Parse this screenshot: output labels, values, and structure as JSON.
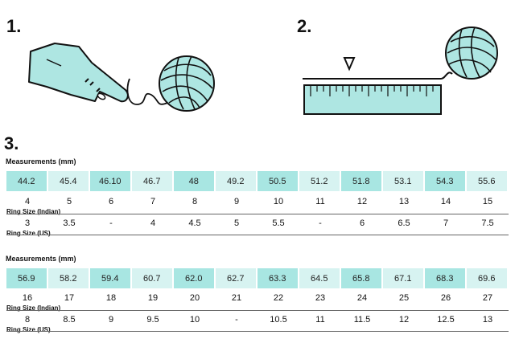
{
  "steps": {
    "one": "1.",
    "two": "2.",
    "three": "3."
  },
  "colors": {
    "accent_dark": "#a8e6e2",
    "accent_light": "#d7f3f1",
    "illustration_fill": "#aee6e2"
  },
  "icons": [
    "pointing-hand-icon",
    "yarn-ball-icon",
    "ruler-icon",
    "arrow-marker-icon"
  ],
  "tables": [
    {
      "title": "Measurements (mm)",
      "measurements": [
        "44.2",
        "45.4",
        "46.10",
        "46.7",
        "48",
        "49.2",
        "50.5",
        "51.2",
        "51.8",
        "53.1",
        "54.3",
        "55.6"
      ],
      "indian_label": "Ring Size (Indian)",
      "indian": [
        "4",
        "5",
        "6",
        "7",
        "8",
        "9",
        "10",
        "11",
        "12",
        "13",
        "14",
        "15"
      ],
      "us_label": "Ring Size (US)",
      "us": [
        "3",
        "3.5",
        "-",
        "4",
        "4.5",
        "5",
        "5.5",
        "-",
        "6",
        "6.5",
        "7",
        "7.5"
      ]
    },
    {
      "title": "Measurements (mm)",
      "measurements": [
        "56.9",
        "58.2",
        "59.4",
        "60.7",
        "62.0",
        "62.7",
        "63.3",
        "64.5",
        "65.8",
        "67.1",
        "68.3",
        "69.6"
      ],
      "indian_label": "Ring Size (Indian)",
      "indian": [
        "16",
        "17",
        "18",
        "19",
        "20",
        "21",
        "22",
        "23",
        "24",
        "25",
        "26",
        "27"
      ],
      "us_label": "Ring Size (US)",
      "us": [
        "8",
        "8.5",
        "9",
        "9.5",
        "10",
        "-",
        "10.5",
        "11",
        "11.5",
        "12",
        "12.5",
        "13"
      ]
    }
  ]
}
